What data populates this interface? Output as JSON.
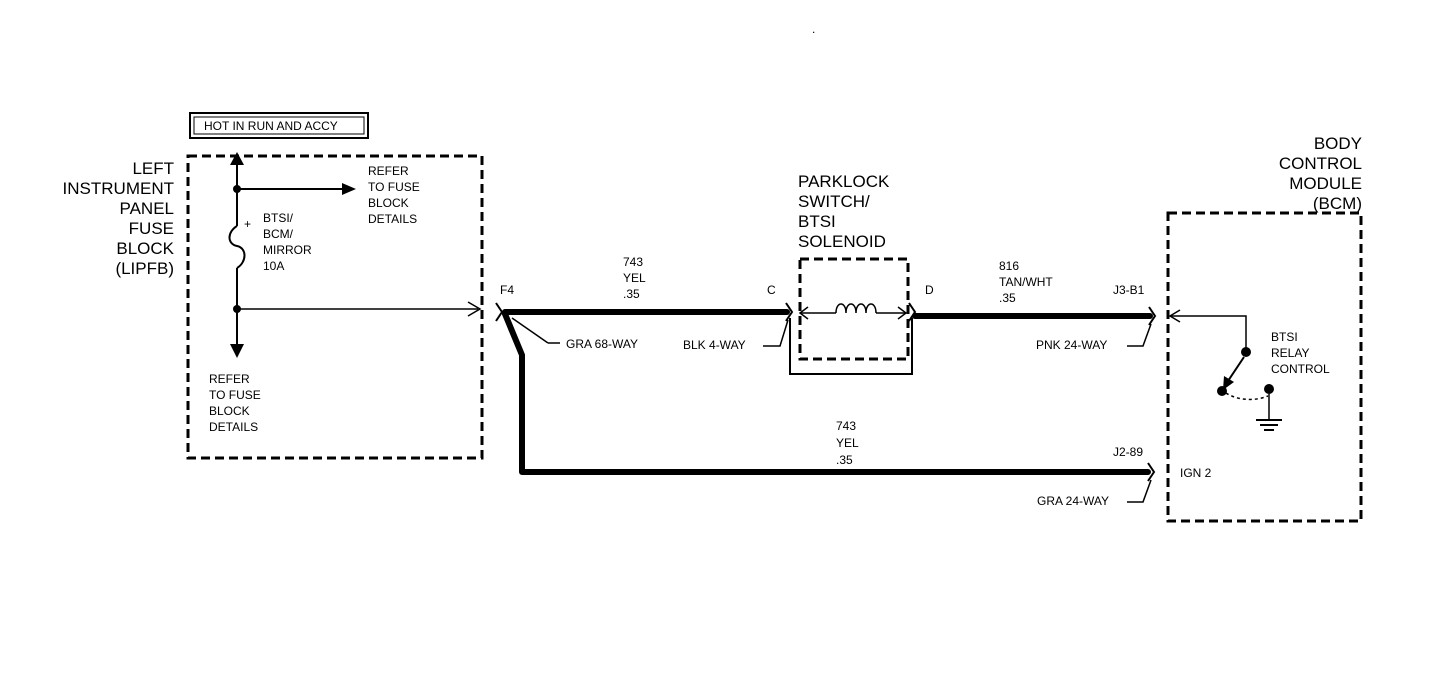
{
  "fuse_block": {
    "title_lines": [
      "LEFT",
      "INSTRUMENT",
      "PANEL",
      "FUSE",
      "BLOCK",
      "(LIPFB)"
    ],
    "hot_label": "HOT IN RUN AND ACCY",
    "refer_top": [
      "REFER",
      "TO FUSE",
      "BLOCK",
      "DETAILS"
    ],
    "refer_bottom": [
      "REFER",
      "TO FUSE",
      "BLOCK",
      "DETAILS"
    ],
    "fuse_plus": "+",
    "fuse_label": [
      "BTSI/",
      "BCM/",
      "MIRROR",
      "10A"
    ]
  },
  "connectors": {
    "f4": "F4",
    "gra68": "GRA 68-WAY",
    "c": "C",
    "blk4": "BLK 4-WAY",
    "d": "D",
    "j3b1": "J3-B1",
    "pnk24": "PNK 24-WAY",
    "j289": "J2-89",
    "gra24": "GRA 24-WAY"
  },
  "wires": {
    "top_left": [
      "743",
      "YEL",
      ".35"
    ],
    "top_right": [
      "816",
      "TAN/WHT",
      ".35"
    ],
    "bottom": [
      "743",
      "YEL",
      ".35"
    ]
  },
  "switch": {
    "title_lines": [
      "PARKLOCK",
      "SWITCH/",
      "BTSI",
      "SOLENOID"
    ]
  },
  "bcm": {
    "title_lines": [
      "BODY",
      "CONTROL",
      "MODULE",
      "(BCM)"
    ],
    "relay_label": [
      "BTSI",
      "RELAY",
      "CONTROL"
    ],
    "ign2": "IGN 2"
  },
  "stray_mark": "."
}
